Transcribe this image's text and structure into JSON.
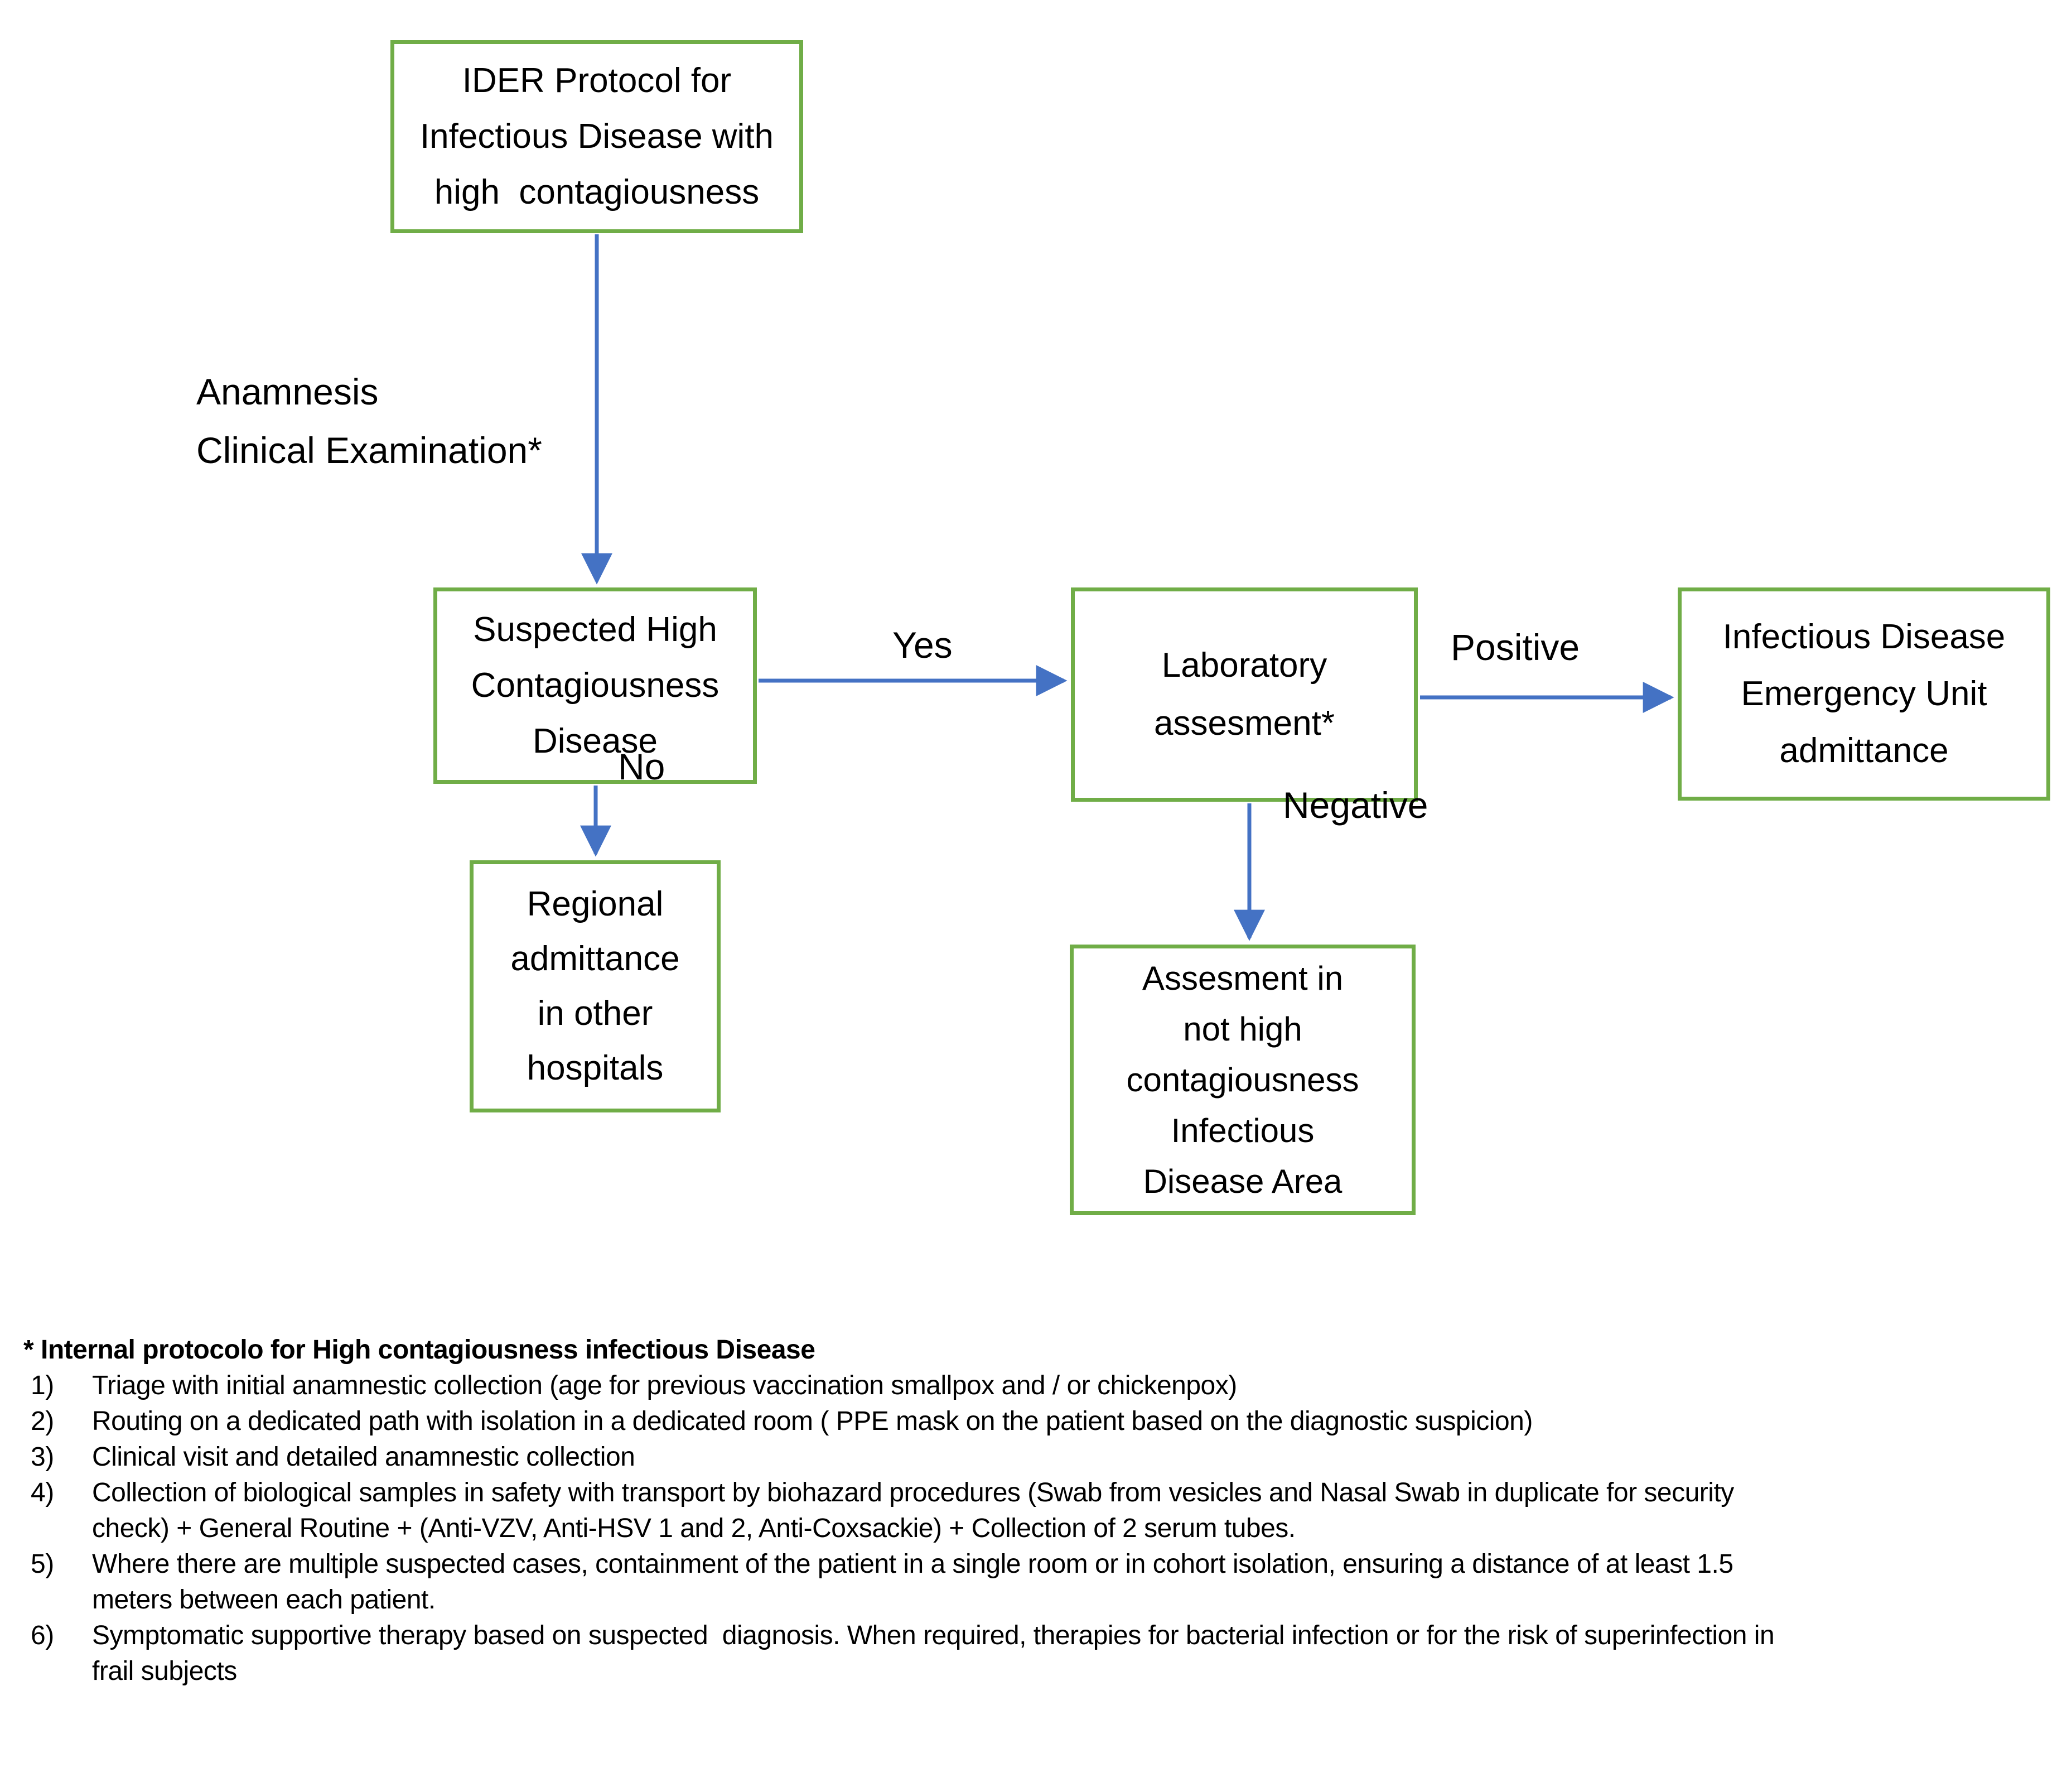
{
  "flowchart": {
    "colors": {
      "box_border": "#70AD47",
      "arrow": "#4472C4",
      "text": "#000000"
    },
    "nodes": {
      "protocol": {
        "line1": "IDER Protocol for",
        "line2": "Infectious Disease with",
        "line3": "high  contagiousness"
      },
      "suspected": {
        "line1": "Suspected High",
        "line2": "Contagiousness",
        "line3": "Disease"
      },
      "laboratory": {
        "line1": "Laboratory",
        "line2": "assesment*"
      },
      "emergency": {
        "line1": "Infectious Disease",
        "line2": "Emergency Unit",
        "line3": "admittance"
      },
      "regional": {
        "line1": "Regional",
        "line2": "admittance",
        "line3": "in other",
        "line4": "hospitals"
      },
      "assessment_area": {
        "line1": "Assesment in",
        "line2": "not high",
        "line3": "contagiousness",
        "line4": "Infectious",
        "line5": "Disease Area"
      }
    },
    "labels": {
      "anamnesis_line1": "Anamnesis",
      "anamnesis_line2": "Clinical Examination*",
      "yes": "Yes",
      "no": "No",
      "positive": "Positive",
      "negative": "Negative"
    }
  },
  "footnotes": {
    "header": "* Internal protocolo for High contagiousness infectious Disease",
    "items": [
      {
        "num": "1)",
        "text": "Triage with initial anamnestic collection (age for previous vaccination smallpox and / or chickenpox)"
      },
      {
        "num": "2)",
        "text": "Routing on a dedicated path with isolation in a dedicated room ( PPE mask on the patient based on the diagnostic suspicion)"
      },
      {
        "num": "3)",
        "text": "Clinical visit and detailed anamnestic collection"
      },
      {
        "num": "4)",
        "text": "Collection of biological samples in safety with transport by biohazard procedures (Swab from vesicles and Nasal Swab in duplicate for security check) + General Routine + (Anti-VZV, Anti-HSV 1 and 2, Anti-Coxsackie) + Collection of 2 serum tubes."
      },
      {
        "num": "5)",
        "text": "Where there are multiple suspected cases, containment of the patient in a single room or in cohort isolation, ensuring a distance of at least 1.5 meters between each patient."
      },
      {
        "num": "6)",
        "text": "Symptomatic supportive therapy based on suspected  diagnosis. When required, therapies for bacterial infection or for the risk of superinfection in frail subjects"
      }
    ]
  }
}
